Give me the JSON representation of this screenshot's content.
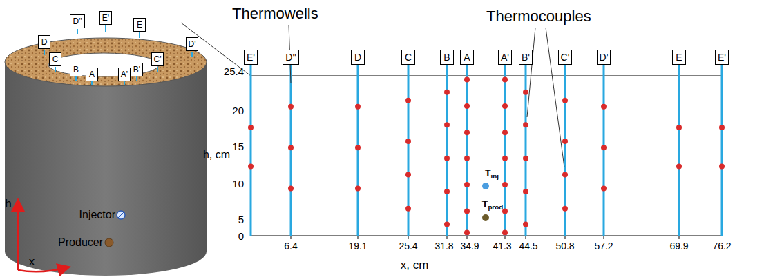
{
  "diagram": {
    "nodes": [
      {
        "text": [
          "D''"
        ]
      },
      {
        "text": [
          "E'"
        ]
      },
      {
        "text": [
          "E"
        ]
      },
      {
        "text": [
          "D"
        ]
      },
      {
        "text": [
          "D'"
        ]
      },
      {
        "text": [
          "C"
        ]
      },
      {
        "text": [
          "C'"
        ]
      },
      {
        "text": [
          "B"
        ]
      },
      {
        "text": [
          "A"
        ]
      },
      {
        "text": [
          "A'"
        ]
      },
      {
        "text": [
          "B'"
        ]
      },
      {
        "text": [
          "E'"
        ]
      },
      {
        "text": [
          "D''"
        ]
      },
      {
        "text": [
          "D"
        ]
      },
      {
        "text": [
          "C"
        ]
      },
      {
        "text": [
          "B"
        ]
      },
      {
        "text": [
          "A"
        ]
      },
      {
        "text": [
          "A'"
        ]
      },
      {
        "text": [
          "B'"
        ]
      },
      {
        "text": [
          "C'"
        ]
      },
      {
        "text": [
          "D'"
        ]
      },
      {
        "text": [
          "E"
        ]
      },
      {
        "text": [
          "E'"
        ]
      }
    ],
    "labels": [
      "Thermowells",
      "Thermocouples",
      "h",
      "x",
      "Injector",
      "Producer",
      "h, cm",
      "x, cm",
      "25.4",
      "20",
      "15",
      "10",
      "5",
      "0",
      "6.4",
      "19.1",
      "25.4",
      "31.8",
      "34.9",
      "41.3",
      "44.5",
      "50.8",
      "57.2",
      "69.9",
      "76.2",
      "Tinj",
      "Tprod"
    ]
  }
}
